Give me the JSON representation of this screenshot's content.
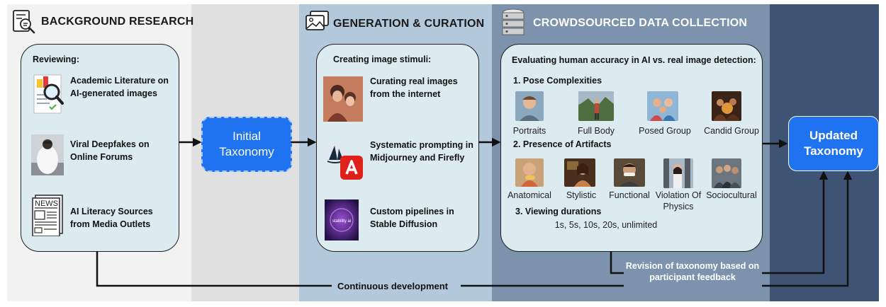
{
  "sections": {
    "background": {
      "title": "BACKGROUND RESEARCH",
      "icon": "research-document-icon"
    },
    "generation": {
      "title": "GENERATION  &  CURATION",
      "icon": "image-gallery-icon"
    },
    "crowdsourced": {
      "title": "CROWDSOURCED DATA COLLECTION",
      "icon": "database-icon"
    }
  },
  "reviewing": {
    "title": "Reviewing:",
    "items": [
      {
        "text": "Academic Literature on AI-generated images",
        "icon": "magnifier-chart-icon"
      },
      {
        "text": "Viral Deepfakes on Online Forums",
        "icon": "deepfake-photo-icon"
      },
      {
        "text": "AI Literacy Sources from Media Outlets",
        "icon": "newspaper-icon",
        "icon_text": "NEWS"
      }
    ]
  },
  "initial_taxonomy": {
    "label": "Initial Taxonomy"
  },
  "creating": {
    "title": "Creating image stimuli:",
    "items": [
      {
        "text": "Curating real images from the internet",
        "icon": "vintage-photo-icon"
      },
      {
        "text": "Systematic prompting in Midjourney and Firefly",
        "icon": "midjourney-firefly-logo-icon"
      },
      {
        "text": "Custom pipelines in Stable Diffusion",
        "icon": "stability-ai-logo-icon",
        "icon_text": "stability ai"
      }
    ]
  },
  "evaluating": {
    "title": "Evaluating human accuracy in AI  vs. real image detection:",
    "pose": {
      "heading": "1.  Pose Complexities",
      "items": [
        "Portraits",
        "Full Body",
        "Posed Group",
        "Candid Group"
      ]
    },
    "artifacts": {
      "heading": "2.  Presence of Artifacts",
      "items": [
        "Anatomical",
        "Stylistic",
        "Functional",
        "Violation Of Physics",
        "Sociocultural"
      ]
    },
    "durations": {
      "heading": "3.  Viewing durations",
      "values": "1s, 5s, 10s, 20s, unlimited"
    }
  },
  "updated_taxonomy": {
    "label": "Updated Taxonomy"
  },
  "flows": {
    "continuous": "Continuous development",
    "revision": "Revision of taxonomy based on participant feedback"
  },
  "colors": {
    "band_research": "#f2f2f2",
    "band_taxonomy": "#e0e0e0",
    "band_generation": "#b4c8dc",
    "band_crowdsourced": "#7c92ad",
    "band_updated": "#3f5475",
    "panel_fill": "#dcebef",
    "taxonomy_blue": "#1f72f0"
  }
}
